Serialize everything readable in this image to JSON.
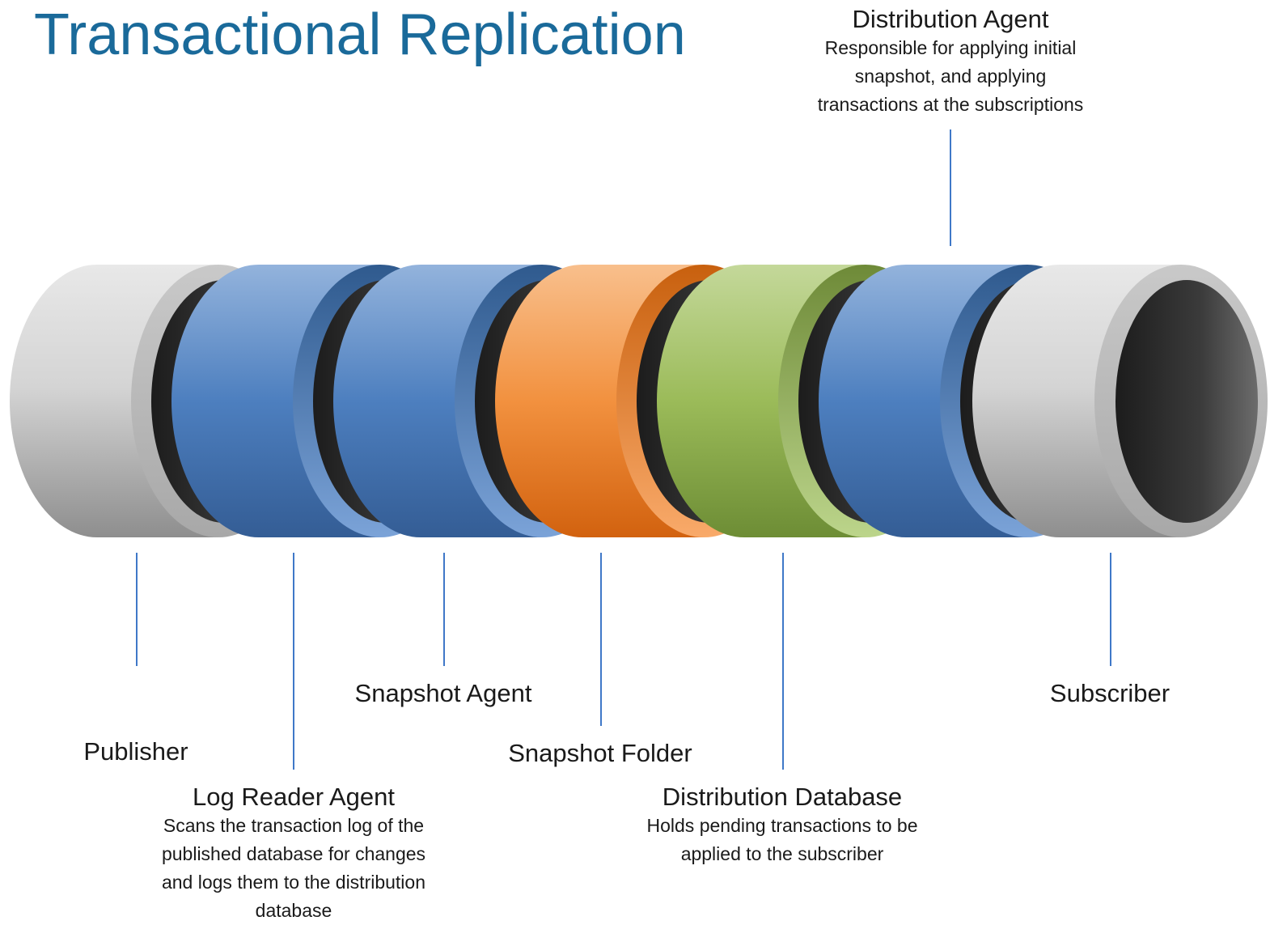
{
  "title": "Transactional Replication",
  "colors": {
    "title": "#1a6a9a",
    "leader_line": "#3f78c8",
    "gray_segment": "#bdbdbd",
    "blue_segment": "#4f7fbf",
    "orange_segment": "#f0862e",
    "green_segment": "#8bb04c",
    "inner_dark": "#2b2b2b"
  },
  "segments": [
    {
      "component": "publisher",
      "color": "gray"
    },
    {
      "component": "log_reader_agent",
      "color": "blue"
    },
    {
      "component": "snapshot_agent",
      "color": "blue"
    },
    {
      "component": "snapshot_folder",
      "color": "orange"
    },
    {
      "component": "distribution_database",
      "color": "green"
    },
    {
      "component": "distribution_agent",
      "color": "blue"
    },
    {
      "component": "subscriber",
      "color": "gray"
    }
  ],
  "labels": {
    "publisher": {
      "name": "Publisher"
    },
    "log_reader_agent": {
      "name": "Log Reader Agent",
      "desc": [
        "Scans the transaction log of the",
        "published database for changes",
        "and logs them to the distribution",
        "database"
      ]
    },
    "snapshot_agent": {
      "name": "Snapshot Agent"
    },
    "snapshot_folder": {
      "name": "Snapshot Folder"
    },
    "distribution_database": {
      "name": "Distribution Database",
      "desc": [
        "Holds pending transactions to be",
        "applied to the subscriber"
      ]
    },
    "distribution_agent": {
      "name": "Distribution Agent",
      "desc": [
        "Responsible for applying initial",
        "snapshot, and applying",
        "transactions at the subscriptions"
      ]
    },
    "subscriber": {
      "name": "Subscriber"
    }
  }
}
